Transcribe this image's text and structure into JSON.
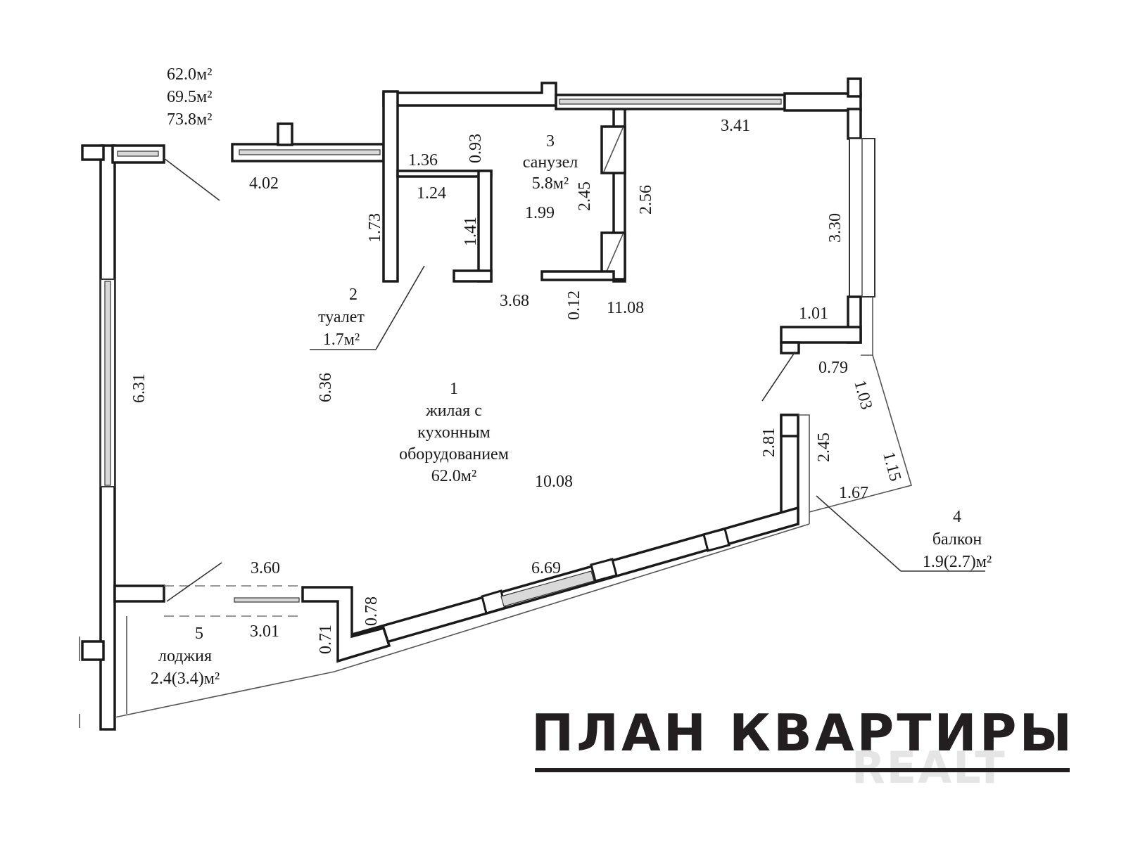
{
  "areas": {
    "living": "62.0м²",
    "total_no_outdoor": "69.5м²",
    "total": "73.8м²"
  },
  "rooms": {
    "living": {
      "number": "1",
      "line1": "жилая с",
      "line2": "кухонным",
      "line3": "оборудованием",
      "area": "62.0м²"
    },
    "toilet": {
      "number": "2",
      "name": "туалет",
      "area": "1.7м²"
    },
    "bathroom": {
      "number": "3",
      "name": "санузел",
      "area": "5.8м²"
    },
    "balcony": {
      "number": "4",
      "name": "балкон",
      "area": "1.9(2.7)м²"
    },
    "loggia": {
      "number": "5",
      "name": "лоджия",
      "area": "2.4(3.4)м²"
    }
  },
  "dimensions": {
    "d402": "4.02",
    "d136": "1.36",
    "d093": "0.93",
    "d124": "1.24",
    "d173": "1.73",
    "d141": "1.41",
    "d245a": "2.45",
    "d256": "2.56",
    "d199": "1.99",
    "d341": "3.41",
    "d330": "3.30",
    "d368": "3.68",
    "d012": "0.12",
    "d1108": "11.08",
    "d101": "1.01",
    "d079": "0.79",
    "d103": "1.03",
    "d115": "1.15",
    "d167": "1.67",
    "d281": "2.81",
    "d245b": "2.45",
    "d1008": "10.08",
    "d631": "6.31",
    "d636": "6.36",
    "d360": "3.60",
    "d301": "3.01",
    "d669": "6.69",
    "d078": "0.78",
    "d071": "0.71"
  },
  "title": "ПЛАН КВАРТИРЫ",
  "watermark": "REALT"
}
